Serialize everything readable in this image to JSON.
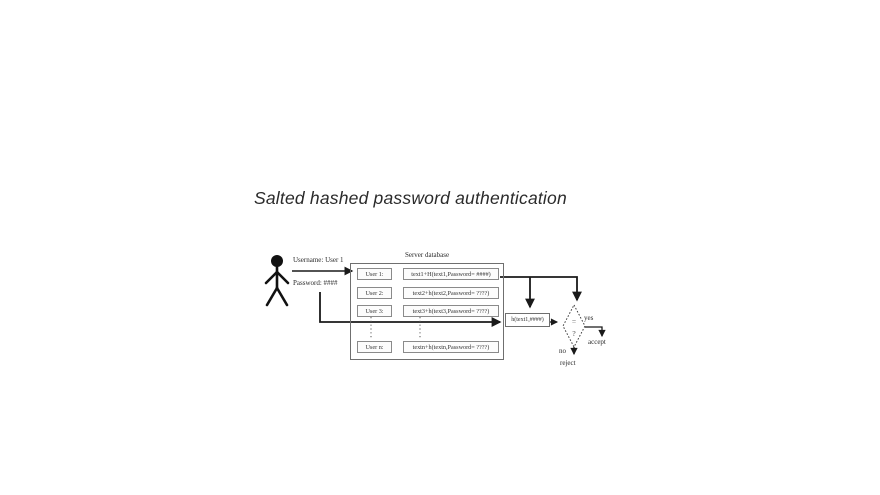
{
  "slide": {
    "title": "Salted hashed password authentication"
  },
  "diagram": {
    "server_label": "Server database",
    "actor": {
      "username_label": "Username: User 1",
      "password_label": "Password: ####"
    },
    "table_rows": [
      {
        "user": "User 1:",
        "value": "text1+H(text1,Password= ####)"
      },
      {
        "user": "User 2:",
        "value": "text2+h(text2,Password= ????)"
      },
      {
        "user": "User 3:",
        "value": "text3+h(text3,Password= ????)"
      },
      {
        "user": "User n:",
        "value": "textn+h(textn,Password= ????)"
      }
    ],
    "ellipsis": "⋮",
    "hash_box_label": "h(text1,####)",
    "comparator": {
      "equals": "=",
      "question": "?"
    },
    "yes_label": "yes",
    "accept_label": "accept",
    "no_label": "no",
    "reject_label": "reject",
    "line_color": "#1a1a1a"
  }
}
